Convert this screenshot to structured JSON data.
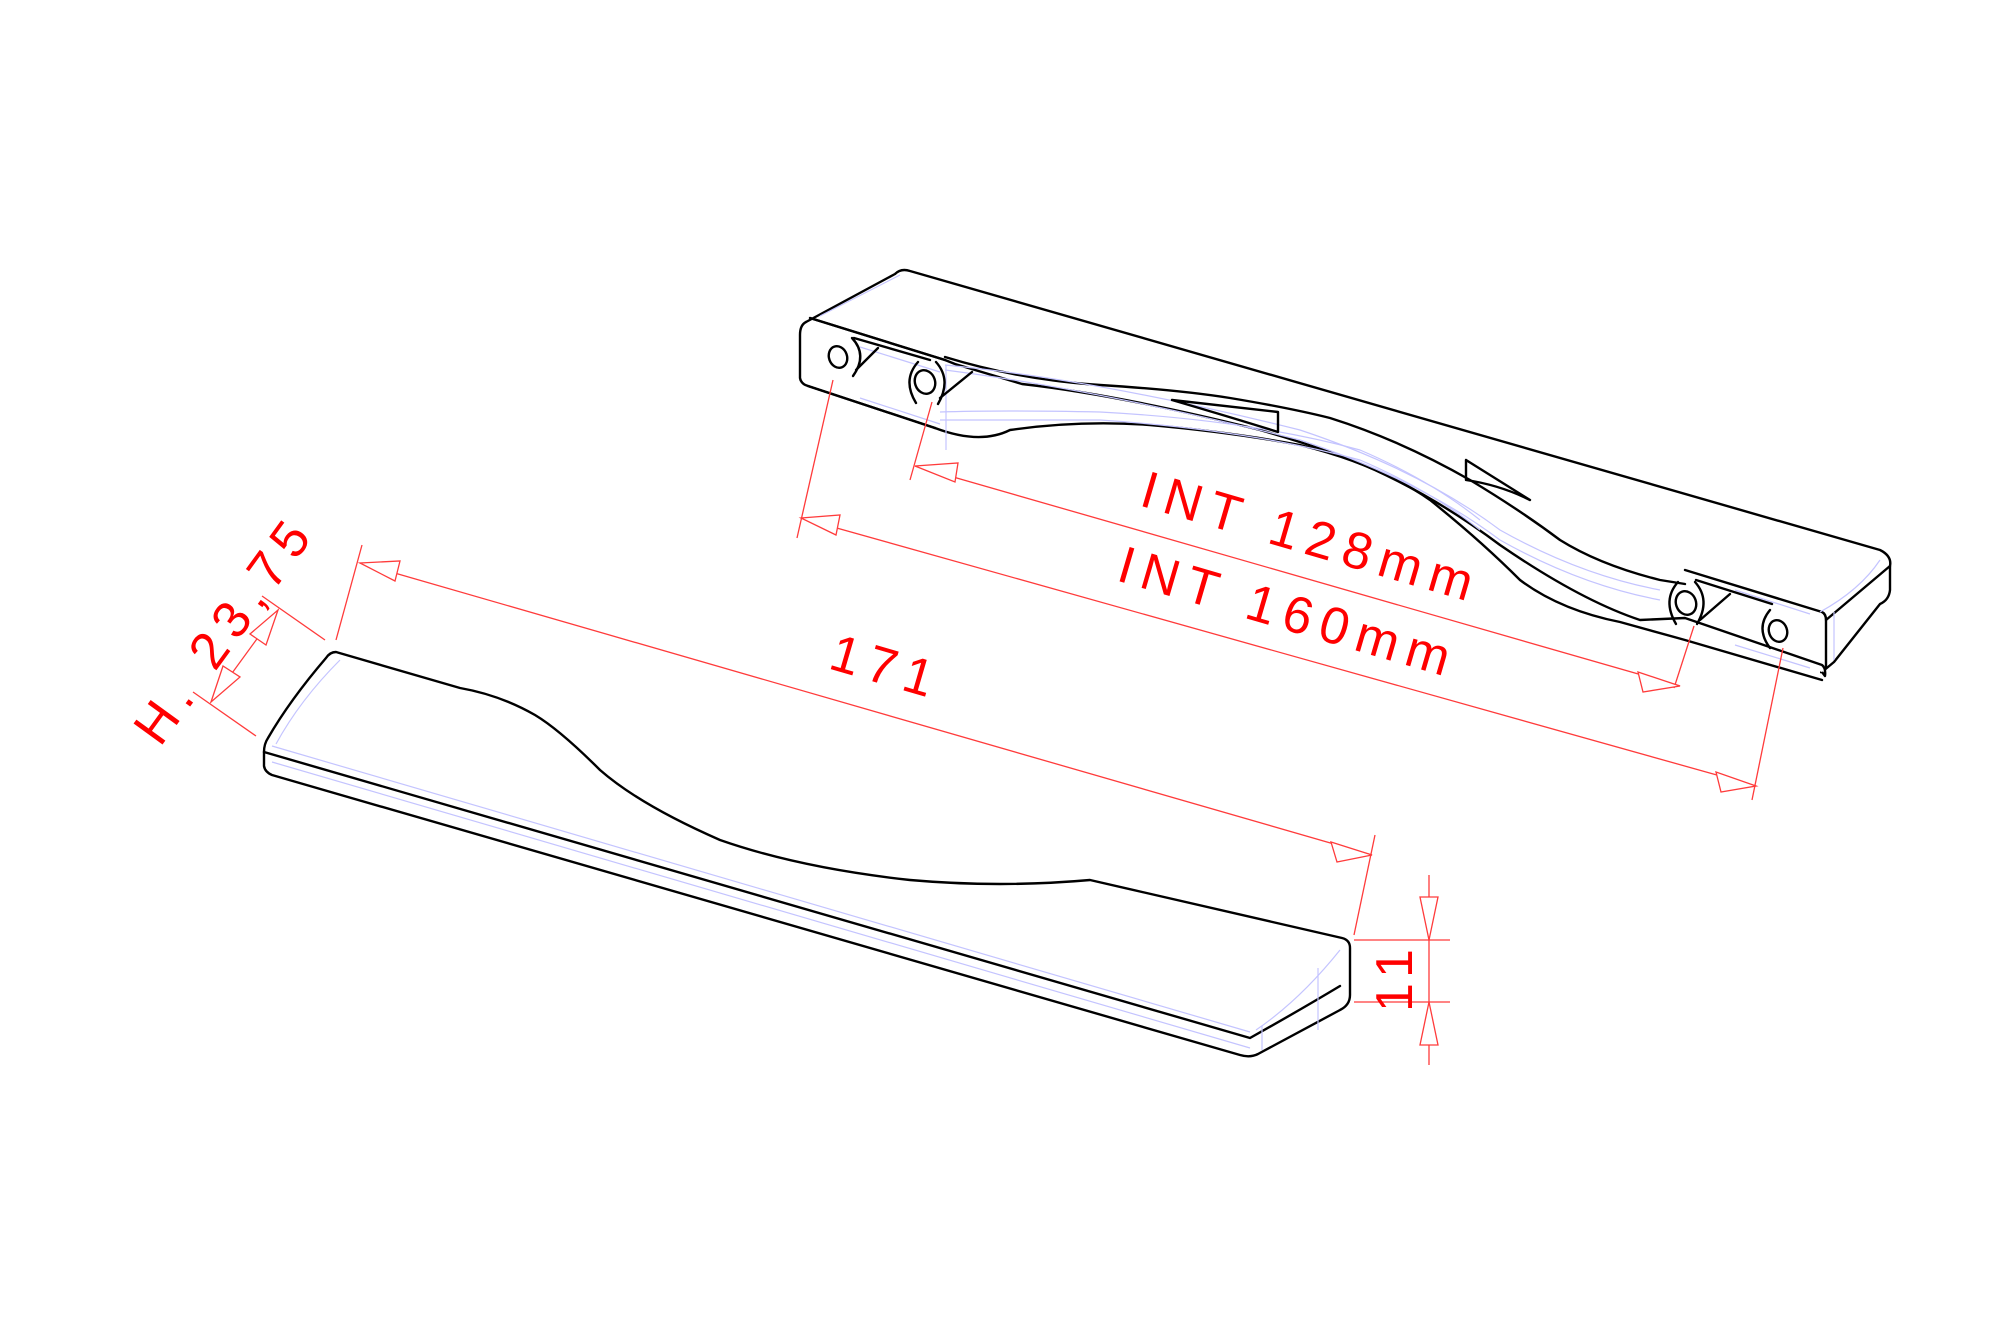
{
  "drawing": {
    "type": "technical-drawing",
    "subject": "cabinet handle, isometric views",
    "colors": {
      "outline": "#000000",
      "dimension": "#ff0000",
      "hidden_edge": "#c4c4ff",
      "background": "#ffffff"
    },
    "dimensions": {
      "int_128": "INT 128mm",
      "int_160": "INT 160mm",
      "length": "171",
      "height": "H. 23,75",
      "thickness": "11"
    }
  }
}
